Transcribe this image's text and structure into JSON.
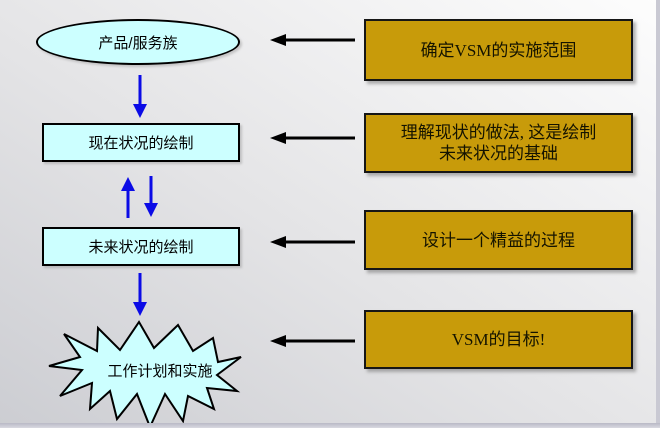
{
  "diagram": {
    "nodes": [
      {
        "id": "product-service-family",
        "shape": "ellipse",
        "label": "产品/服务族"
      },
      {
        "id": "current-state-map",
        "shape": "rectangle",
        "label": "现在状况的绘制"
      },
      {
        "id": "future-state-map",
        "shape": "rectangle",
        "label": "未来状况的绘制"
      },
      {
        "id": "work-plan",
        "shape": "starburst",
        "label": "工作计划和实施"
      }
    ],
    "connectors": [
      {
        "from": "product-service-family",
        "to": "current-state-map",
        "type": "arrow-down",
        "color": "#0b0be6"
      },
      {
        "from": "current-state-map",
        "to": "future-state-map",
        "type": "double-arrow-both",
        "color": "#0b0be6"
      },
      {
        "from": "future-state-map",
        "to": "work-plan",
        "type": "arrow-down",
        "color": "#0b0be6"
      }
    ],
    "annotations": [
      {
        "target": "product-service-family",
        "label": "确定VSM的实施范围"
      },
      {
        "target": "current-state-map",
        "label": "理解现状的做法, 这是绘制\n未来状况的基础"
      },
      {
        "target": "future-state-map",
        "label": "设计一个精益的过程"
      },
      {
        "target": "work-plan",
        "label": "VSM的目标!"
      }
    ]
  },
  "colors": {
    "node_fill": "#ccffff",
    "node_border": "#000000",
    "annotation_fill": "#c89b0a",
    "annotation_text": "#141300",
    "connector_blue": "#0b0be6",
    "annotation_arrow_black": "#000000",
    "background_dark_corner": "#cccdd2",
    "background_light_corner": "#fdfdfd",
    "edge_strip": "#c9c9d3"
  }
}
